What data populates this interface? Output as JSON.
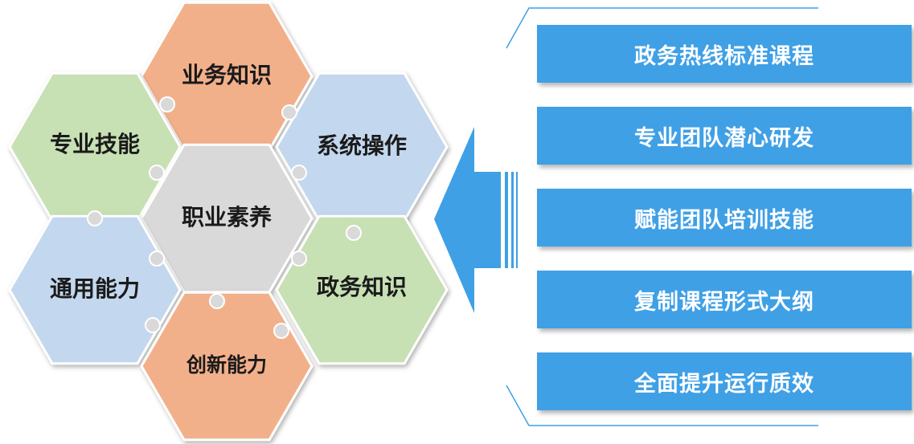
{
  "hexagons": [
    {
      "id": "hex-top",
      "label": "业务知识",
      "fill": "#f2b08a"
    },
    {
      "id": "hex-upper-left",
      "label": "专业技能",
      "fill": "#c7e0b4"
    },
    {
      "id": "hex-upper-right",
      "label": "系统操作",
      "fill": "#c3d7ee"
    },
    {
      "id": "hex-center",
      "label": "职业素养",
      "fill": "#d9d9d9"
    },
    {
      "id": "hex-lower-left",
      "label": "通用能力",
      "fill": "#c3d7ee"
    },
    {
      "id": "hex-lower-right",
      "label": "政务知识",
      "fill": "#c7e0b4"
    },
    {
      "id": "hex-bottom",
      "label": "创新能力",
      "fill": "#f2b08a"
    }
  ],
  "bars": [
    "政务热线标准课程",
    "专业团队潜心研发",
    "赋能团队培训技能",
    "复制课程形式大纲",
    "全面提升运行质效"
  ],
  "colors": {
    "bar": "#3fa0e6",
    "arrow": "#3fa0e6",
    "bracket_line": "#3fa0e6"
  }
}
